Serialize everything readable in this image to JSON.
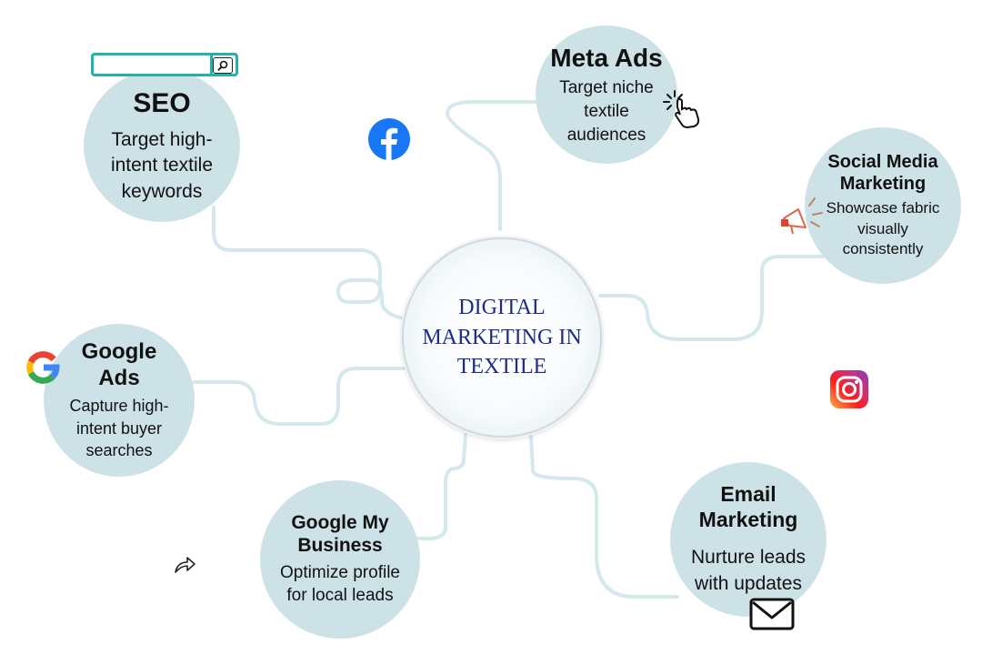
{
  "center": {
    "title": "DIGITAL MARKETING IN TEXTILE"
  },
  "nodes": {
    "seo": {
      "title": "SEO",
      "desc": "Target high-intent textile keywords"
    },
    "meta_ads": {
      "title": "Meta Ads",
      "desc": "Target niche textile audiences"
    },
    "social_media": {
      "title": "Social Media Marketing",
      "desc": "Showcase fabric visually consistently"
    },
    "google_ads": {
      "title": "Google Ads",
      "desc": "Capture high-intent buyer searches"
    },
    "google_my_business": {
      "title": "Google My Business",
      "desc": "Optimize profile for local leads"
    },
    "email": {
      "title": "Email Marketing",
      "desc": "Nurture leads with updates"
    }
  },
  "icons": [
    "search-bar-icon",
    "facebook-icon",
    "click-hand-icon",
    "megaphone-icon",
    "instagram-icon",
    "google-icon",
    "share-arrow-icon",
    "mail-icon"
  ],
  "colors": {
    "node_fill": "#cde2e7",
    "connector": "#d5e8ec",
    "center_text": "#1f2c85",
    "facebook": "#1877f2",
    "search_bar": "#21b2a8"
  }
}
